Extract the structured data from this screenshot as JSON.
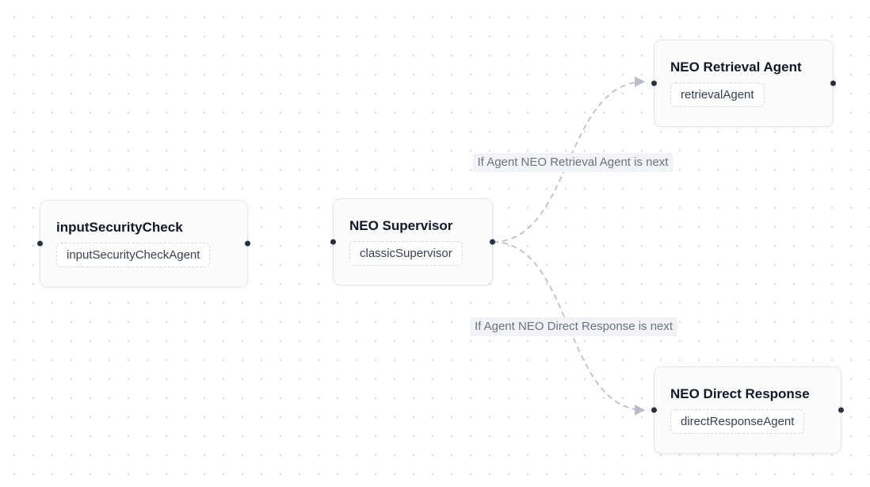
{
  "nodes": [
    {
      "title": "inputSecurityCheck",
      "agent": "inputSecurityCheckAgent"
    },
    {
      "title": "NEO Supervisor",
      "agent": "classicSupervisor"
    },
    {
      "title": "NEO Retrieval Agent",
      "agent": "retrievalAgent"
    },
    {
      "title": "NEO Direct Response",
      "agent": "directResponseAgent"
    }
  ],
  "edges": [
    {
      "from": "NEO Supervisor",
      "to": "NEO Retrieval Agent",
      "label": "If Agent NEO Retrieval Agent is next"
    },
    {
      "from": "NEO Supervisor",
      "to": "NEO Direct Response",
      "label": "If Agent NEO Direct Response is next"
    }
  ],
  "colors": {
    "edge": "#bac0ca",
    "edge_label_bg": "#f1f3f6",
    "edge_label_text": "#6b7280",
    "node_bg": "#fcfcfd",
    "node_border": "#e3e7ec",
    "node_title_text": "#111827",
    "chip_border": "#d4d9e0",
    "handle": "#273142",
    "grid_dot": "#d6d9de"
  }
}
